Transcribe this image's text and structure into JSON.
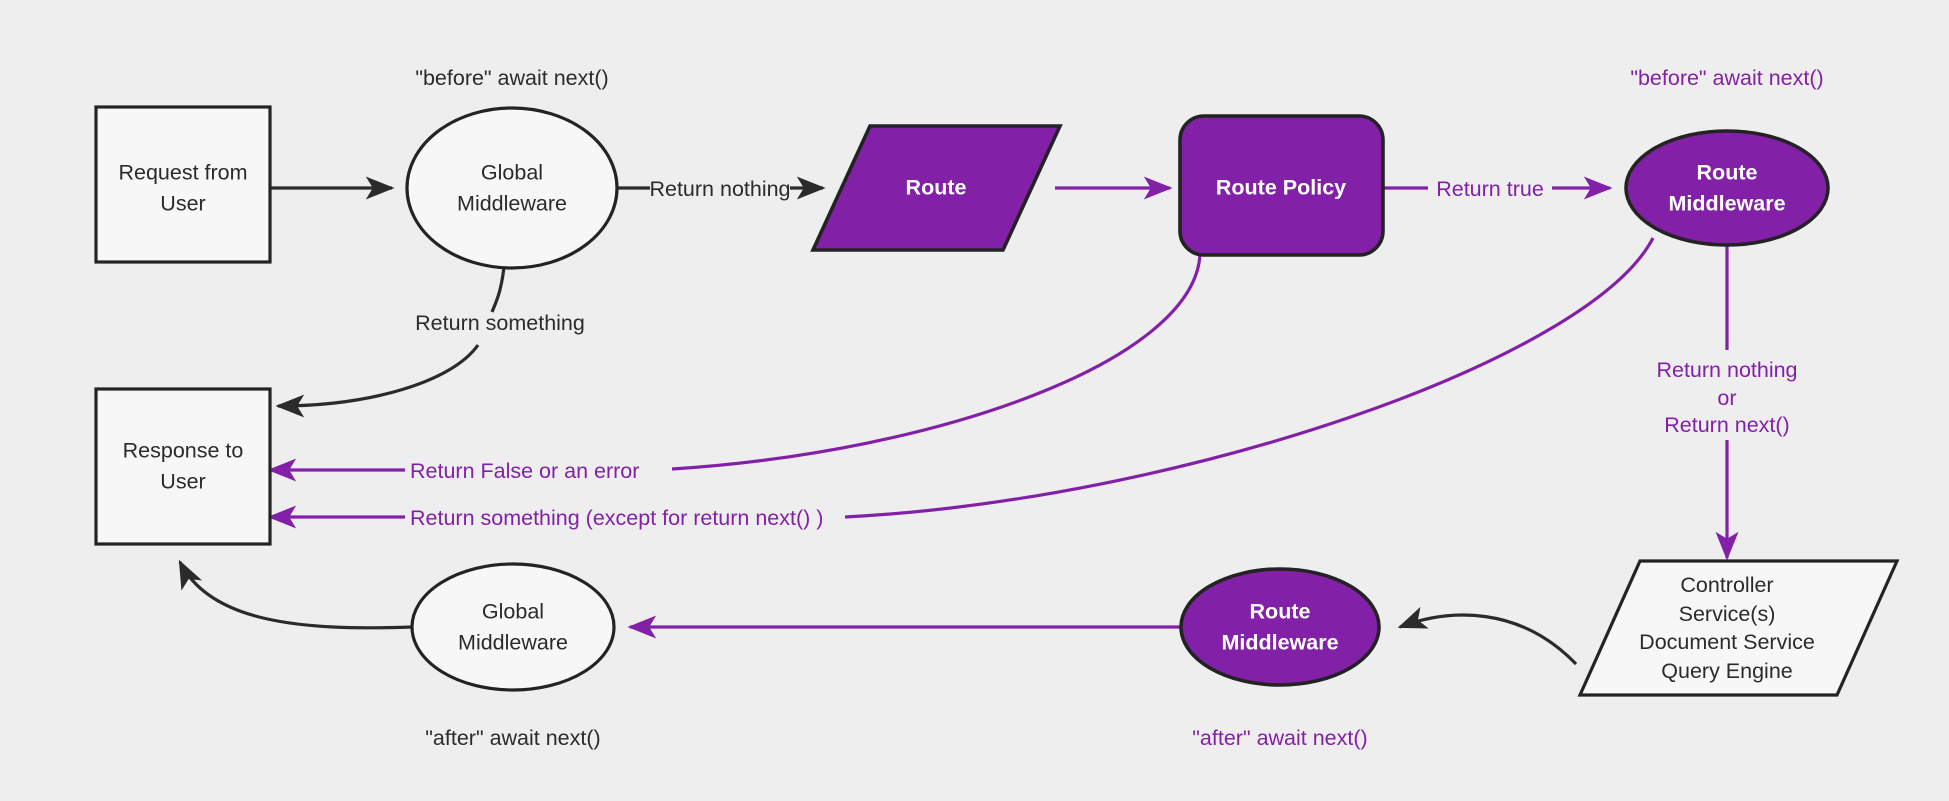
{
  "diagram": {
    "title": "Adonis request lifecycle middleware flow",
    "background_color": "#efeeee",
    "accent_color": "#8320a8",
    "dark_color": "#232323"
  },
  "nodes": {
    "request_from_user": {
      "line1": "Request from",
      "line2": "User",
      "shape": "rectangle",
      "style": "light"
    },
    "global_middleware_top": {
      "line1": "Global",
      "line2": "Middleware",
      "shape": "ellipse",
      "style": "light"
    },
    "route": {
      "line1": "Route",
      "shape": "parallelogram",
      "style": "purple"
    },
    "route_policy": {
      "line1": "Route Policy",
      "shape": "rounded-rectangle",
      "style": "purple"
    },
    "route_middleware_top": {
      "line1": "Route",
      "line2": "Middleware",
      "shape": "ellipse",
      "style": "purple"
    },
    "controller_stack": {
      "line1": "Controller",
      "line2": "Service(s)",
      "line3": "Document Service",
      "line4": "Query Engine",
      "shape": "parallelogram",
      "style": "light"
    },
    "route_middleware_bottom": {
      "line1": "Route",
      "line2": "Middleware",
      "shape": "ellipse",
      "style": "purple"
    },
    "global_middleware_bottom": {
      "line1": "Global",
      "line2": "Middleware",
      "shape": "ellipse",
      "style": "light"
    },
    "response_to_user": {
      "line1": "Response to",
      "line2": "User",
      "shape": "rectangle",
      "style": "light"
    }
  },
  "labels": {
    "before_await_next_left": "\"before\" await next()",
    "before_await_next_right": "\"before\" await next()",
    "after_await_next_left": "\"after\" await next()",
    "after_await_next_right": "\"after\" await next()",
    "return_nothing": "Return nothing",
    "return_something_top": "Return something",
    "return_true": "Return true",
    "return_nothing_or_next_line1": "Return nothing",
    "return_nothing_or_next_line2": "or",
    "return_nothing_or_next_line3": "Return next()",
    "return_false_or_error": "Return False or an error",
    "return_something_except": "Return something (except for return next() )"
  }
}
